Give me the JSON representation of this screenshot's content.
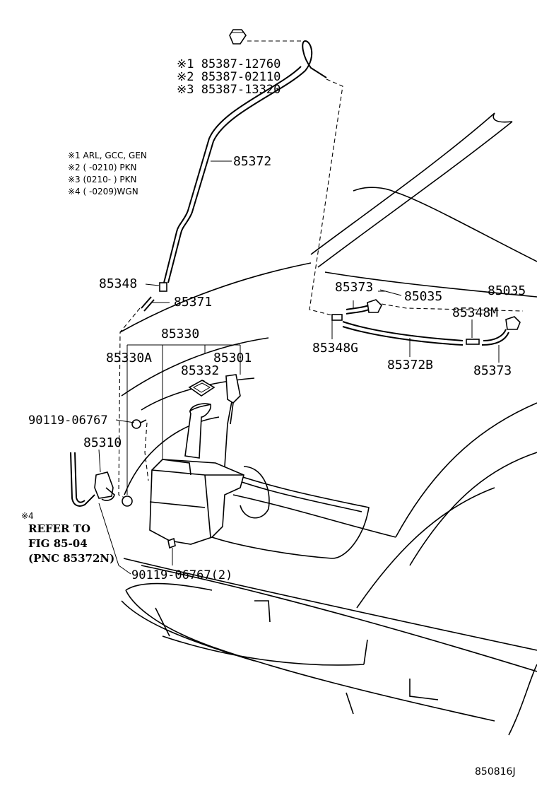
{
  "parts": {
    "p85387_1": "※1 85387-12760",
    "p85387_2": "※2 85387-02110",
    "p85387_3": "※3 85387-13320",
    "p85372": "85372",
    "p85348": "85348",
    "p85371": "85371",
    "p85330": "85330",
    "p85330A": "85330A",
    "p85301": "85301",
    "p85332": "85332",
    "p90119a": "90119-06767",
    "p85310": "85310",
    "p90119b": "90119-06767(2)",
    "p85373a": "85373",
    "p85035a": "85035",
    "p85035b": "85035",
    "p85348M": "85348M",
    "p85348G": "85348G",
    "p85372B": "85372B",
    "p85373b": "85373"
  },
  "notes": {
    "n1": "※1 ARL, GCC, GEN",
    "n2": "※2 (     -0210) PKN",
    "n3": "※3 (0210-      ) PKN",
    "n4": "※4 (      -0209)WGN"
  },
  "refer": {
    "mark": "※4",
    "line1": "REFER TO",
    "line2": "FIG 85-04",
    "line3": "(PNC 85372N)"
  },
  "figure_code": "850816J"
}
